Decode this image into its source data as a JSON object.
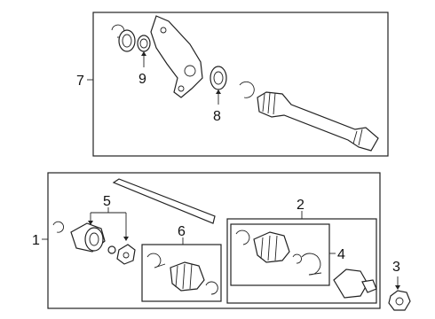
{
  "callouts": {
    "c1": "1",
    "c2": "2",
    "c3": "3",
    "c4": "4",
    "c5": "5",
    "c6": "6",
    "c7": "7",
    "c8": "8",
    "c9": "9"
  },
  "icons": {
    "intermediate_shaft": "intermediate-shaft-assembly-icon",
    "axle_assembly": "axle-assembly-icon",
    "hub_nut": "hub-nut-icon"
  }
}
